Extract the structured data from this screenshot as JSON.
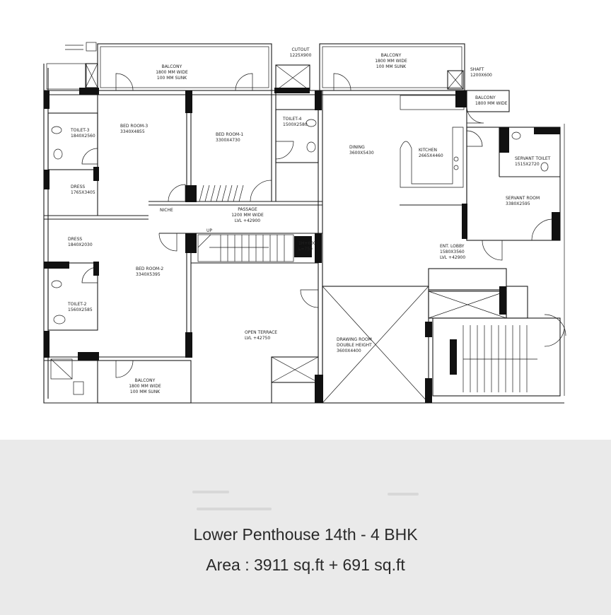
{
  "caption": {
    "title": "Lower Penthouse 14th - 4 BHK",
    "area": "Area : 3911 sq.ft + 691 sq.ft"
  },
  "rooms": {
    "balcony_top_left": [
      "BALCONY",
      "1800 MM WIDE",
      "100 MM SUNK"
    ],
    "balcony_top_right": [
      "BALCONY",
      "1800 MM WIDE",
      "100 MM SUNK"
    ],
    "balcony_small": [
      "BALCONY",
      "1800 MM WIDE"
    ],
    "balcony_bottom": [
      "BALCONY",
      "1800 MM WIDE",
      "100 MM SUNK"
    ],
    "cutout": [
      "CUTOUT",
      "1225X900"
    ],
    "shaft": [
      "SHAFT",
      "1200X600"
    ],
    "bedroom3": [
      "BED ROOM-3",
      "3340X4855"
    ],
    "bedroom1": [
      "BED ROOM-1",
      "3300X4730"
    ],
    "bedroom2": [
      "BED ROOM-2",
      "3340X5395"
    ],
    "toilet3": [
      "TOILET-3",
      "1840X2560"
    ],
    "toilet4": [
      "TOILET-4",
      "1500X2580"
    ],
    "toilet2": [
      "TOILET-2",
      "1560X2585"
    ],
    "dress_top": [
      "DRESS",
      "1765X3405"
    ],
    "dress_bottom": [
      "DRESS",
      "1840X2030"
    ],
    "dining": [
      "DINING",
      "3600X5430"
    ],
    "kitchen": [
      "KITCHEN",
      "2665X4460"
    ],
    "servant_toilet": [
      "SERVANT TOILET",
      "1515X2720"
    ],
    "servant_room": [
      "SERVANT ROOM",
      "3380X2595"
    ],
    "niche": [
      "NICHE"
    ],
    "passage": [
      "PASSAGE",
      "1200 MM WIDE",
      "LVL +42900"
    ],
    "ent_lobby": [
      "ENT. LOBBY",
      "1580X3560",
      "LVL +42900"
    ],
    "open_terrace": [
      "OPEN TERRACE",
      "LVL +42750"
    ],
    "drawing_room": [
      "DRAWING ROOM",
      "DOUBLE HEIGHT",
      "3600X4400"
    ],
    "stair_up": "UP",
    "shelf": [
      "1H+600",
      "L=750"
    ]
  }
}
